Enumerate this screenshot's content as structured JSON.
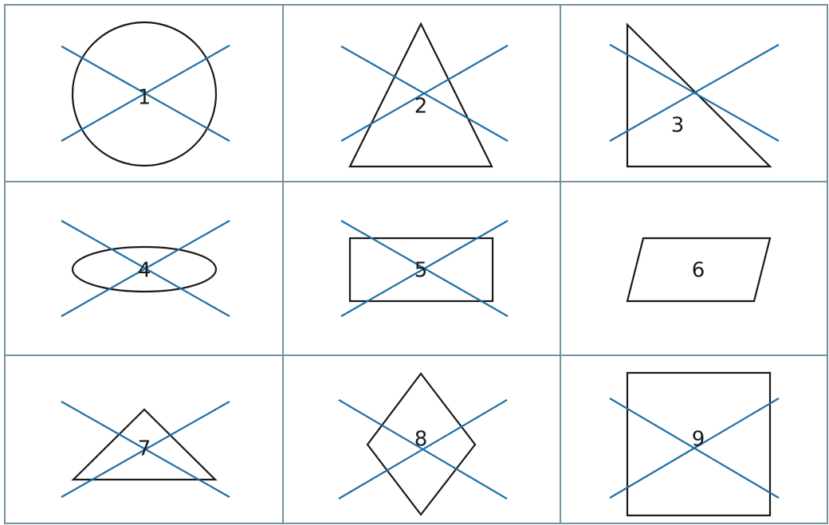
{
  "figure": {
    "cells": [
      {
        "number": "1",
        "shape": "circle",
        "crossed": true
      },
      {
        "number": "2",
        "shape": "isosceles-triangle",
        "crossed": true
      },
      {
        "number": "3",
        "shape": "right-triangle",
        "crossed": true
      },
      {
        "number": "4",
        "shape": "ellipse",
        "crossed": true
      },
      {
        "number": "5",
        "shape": "rectangle",
        "crossed": true
      },
      {
        "number": "6",
        "shape": "parallelogram",
        "crossed": false
      },
      {
        "number": "7",
        "shape": "obtuse-triangle",
        "crossed": true
      },
      {
        "number": "8",
        "shape": "rhombus",
        "crossed": true
      },
      {
        "number": "9",
        "shape": "square",
        "crossed": true
      }
    ],
    "colors": {
      "grid": "#6f93a1",
      "shape_stroke": "#1a1a1a",
      "cross_lines": "#1f6fa6",
      "background": "#ffffff"
    }
  }
}
